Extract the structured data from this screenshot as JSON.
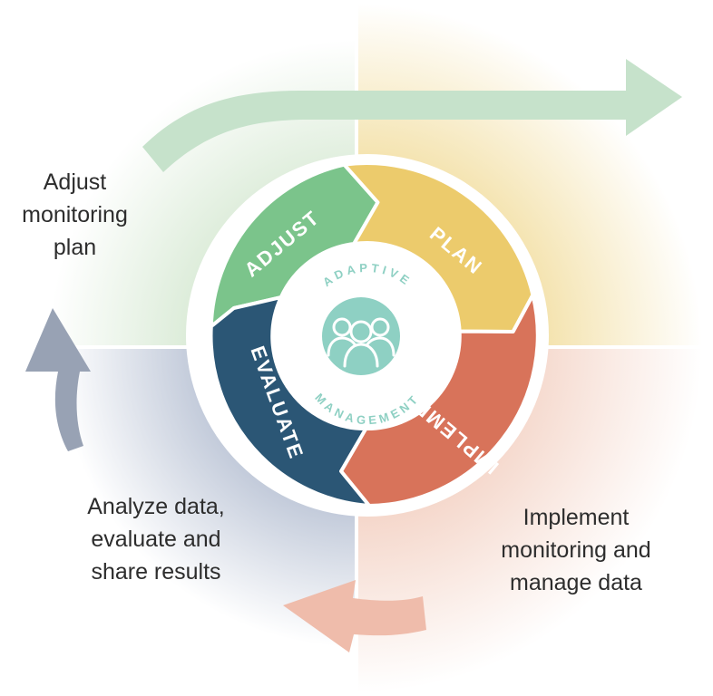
{
  "diagram": {
    "center": {
      "top_text": "ADAPTIVE",
      "bottom_text": "MANAGEMENT",
      "icon": "people-group-icon",
      "color": "#8ed0c3"
    },
    "segments": [
      {
        "id": "adjust",
        "label": "ADJUST",
        "color": "#7bc48b"
      },
      {
        "id": "plan",
        "label": "PLAN",
        "color": "#eccb6c"
      },
      {
        "id": "implement",
        "label": "IMPLEMENT",
        "color": "#d8735a"
      },
      {
        "id": "evaluate",
        "label": "EVALUATE",
        "color": "#2b5675"
      }
    ],
    "quadrant_labels": {
      "adjust": [
        "Adjust",
        "monitoring",
        "plan"
      ],
      "analyze": [
        "Analyze data,",
        "evaluate and",
        "share results"
      ],
      "implement": [
        "Implement",
        "monitoring and",
        "manage data"
      ]
    },
    "arrows": [
      {
        "id": "top",
        "icon": "arrow-right-icon",
        "color": "#c6e2cb"
      },
      {
        "id": "left",
        "icon": "arrow-up-icon",
        "color": "#98a2b4"
      },
      {
        "id": "bottom",
        "icon": "arrow-left-icon",
        "color": "#efbcab"
      }
    ],
    "quadrant_colors": {
      "top_left": "#dcead8",
      "top_right": "#f0dfa2",
      "bottom_left": "#b9c2d4",
      "bottom_right": "#f3d3c6"
    }
  }
}
